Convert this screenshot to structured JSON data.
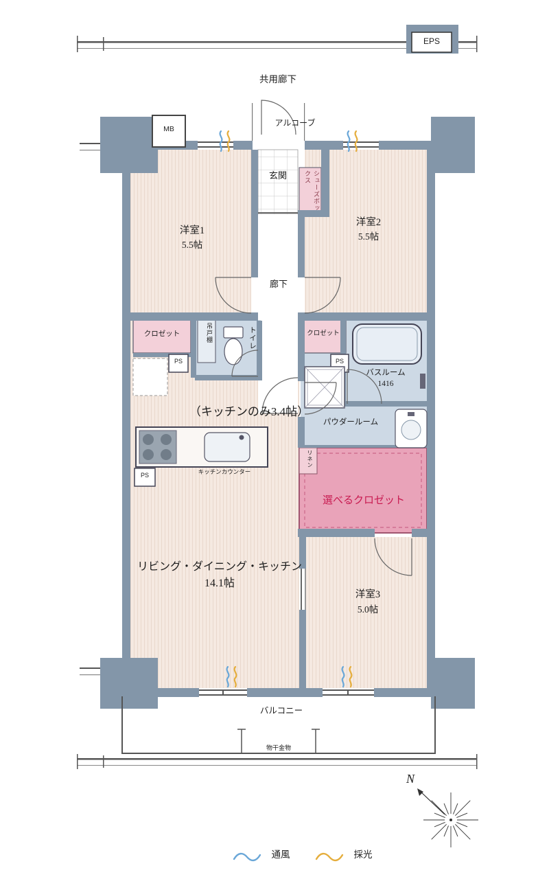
{
  "colors": {
    "wall": "#8396a9",
    "room_floor": "#f5e9e1",
    "wet_floor": "#cdd9e5",
    "closet_pink": "#f3d0d9",
    "select_closet_pink": "#e9a3b9",
    "accent_red": "#c81a50",
    "vent_blue": "#6aa7d8",
    "light_yellow": "#e5ae3d"
  },
  "exterior": {
    "eps": "EPS",
    "mb": "MB",
    "common_corridor": "共用廊下",
    "alcove": "アルコーブ",
    "balcony": "バルコニー",
    "laundry_fitting": "物干金物",
    "north": "N"
  },
  "legend": {
    "ventilation": "通風",
    "daylight": "採光"
  },
  "rooms": {
    "entrance": "玄関",
    "shoe_box": "シューズボックス",
    "room1_name": "洋室1",
    "room1_size": "5.5帖",
    "room2_name": "洋室2",
    "room2_size": "5.5帖",
    "hallway": "廊下",
    "closet_left": "クロゼット",
    "hanging_cupboard": "吊戸棚",
    "toilet": "トイレ",
    "ps": "PS",
    "closet_right": "クロゼット",
    "bathroom_name": "バスルーム",
    "bathroom_size": "1416",
    "powder_room": "パウダールーム",
    "kitchen_note": "（キッチンのみ3.4帖）",
    "kitchen_counter": "キッチンカウンター",
    "linen": "リネン",
    "selectable_closet": "選べるクロゼット",
    "ldk_name": "リビング・ダイニング・キッチン",
    "ldk_size": "14.1帖",
    "room3_name": "洋室3",
    "room3_size": "5.0帖"
  }
}
